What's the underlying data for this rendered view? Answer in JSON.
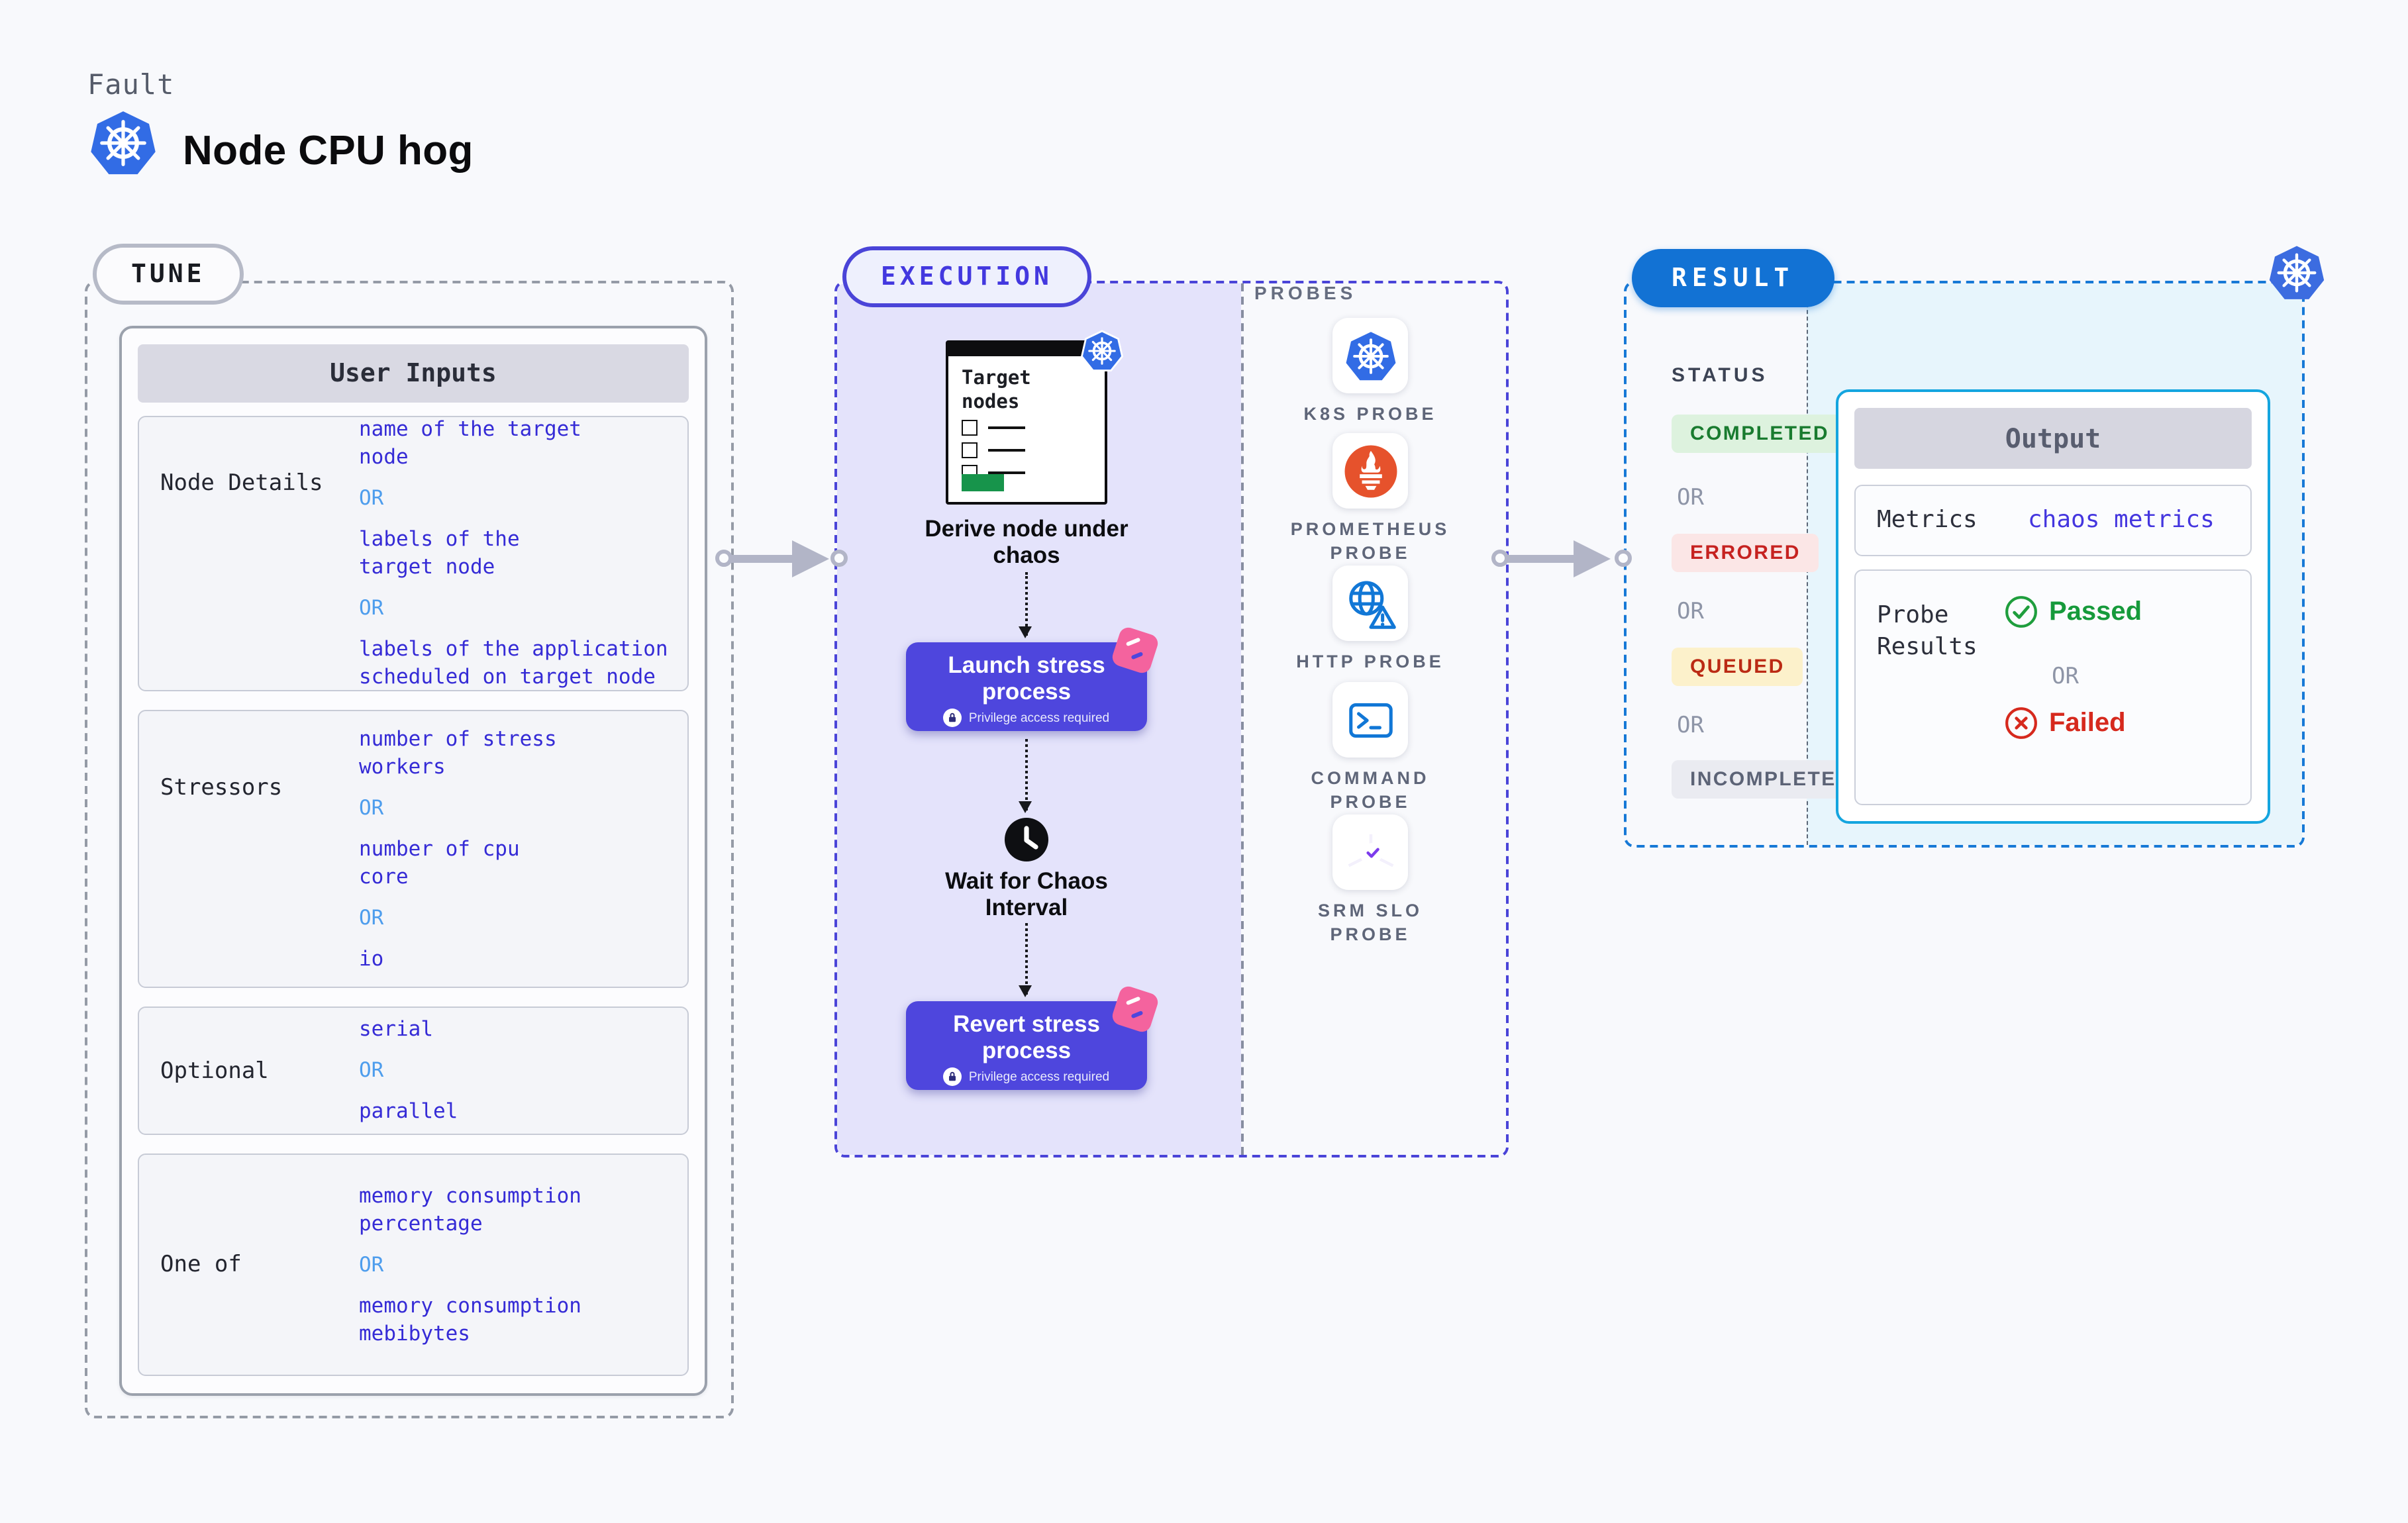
{
  "header": {
    "kicker": "Fault",
    "title": "Node CPU hog"
  },
  "tune": {
    "badge": "TUNE",
    "table_title": "User Inputs",
    "rows": [
      {
        "label": "Node Details",
        "lines": [
          "name of the target\nnode",
          "OR",
          "labels of the\ntarget node",
          "OR",
          "labels of the application\n scheduled on target node"
        ]
      },
      {
        "label": "Stressors",
        "lines": [
          "number of stress\nworkers",
          "OR",
          "number of cpu\ncore",
          "OR",
          "io"
        ]
      },
      {
        "label": "Optional",
        "lines": [
          "serial",
          "OR",
          "parallel"
        ]
      },
      {
        "label": "One of",
        "lines": [
          "memory consumption\npercentage",
          "OR",
          "memory consumption\nmebibytes"
        ]
      }
    ]
  },
  "execution": {
    "badge": "EXECUTION",
    "target_card_title": "Target\nnodes",
    "derive_caption": "Derive node under\nchaos",
    "launch_title": "Launch stress\nprocess",
    "revert_title": "Revert stress\nprocess",
    "privilege_note": "Privilege access required",
    "wait_caption": "Wait for Chaos\nInterval"
  },
  "probes": {
    "title": "PROBES",
    "items": [
      {
        "icon": "kubernetes-icon",
        "label": "K8S PROBE"
      },
      {
        "icon": "prometheus-icon",
        "label": "PROMETHEUS\nPROBE"
      },
      {
        "icon": "http-globe-warning-icon",
        "label": "HTTP PROBE"
      },
      {
        "icon": "command-terminal-icon",
        "label": "COMMAND\nPROBE"
      },
      {
        "icon": "srm-slo-icon",
        "label": "SRM SLO\nPROBE"
      }
    ]
  },
  "result": {
    "badge": "RESULT",
    "status_title": "STATUS",
    "statuses": [
      "COMPLETED",
      "ERRORED",
      "QUEUED",
      "INCOMPLETED"
    ],
    "or_label": "OR",
    "output": {
      "title": "Output",
      "metrics_label": "Metrics",
      "metrics_value": "chaos metrics",
      "probe_results_label": "Probe\nResults",
      "passed_label": "Passed",
      "failed_label": "Failed"
    }
  },
  "colors": {
    "accent_indigo": "#4a44d8",
    "accent_blue": "#1272d4",
    "accent_cyan": "#14a5df",
    "value_text": "#352bd6",
    "or_text": "#4e9ded",
    "passed_green": "#1f9e3d",
    "failed_red": "#d6291d",
    "kubernetes_blue": "#326ce5",
    "prometheus_orange": "#e6522c",
    "button_indigo": "#4e46dd",
    "sticker_pink": "#f4639e"
  }
}
